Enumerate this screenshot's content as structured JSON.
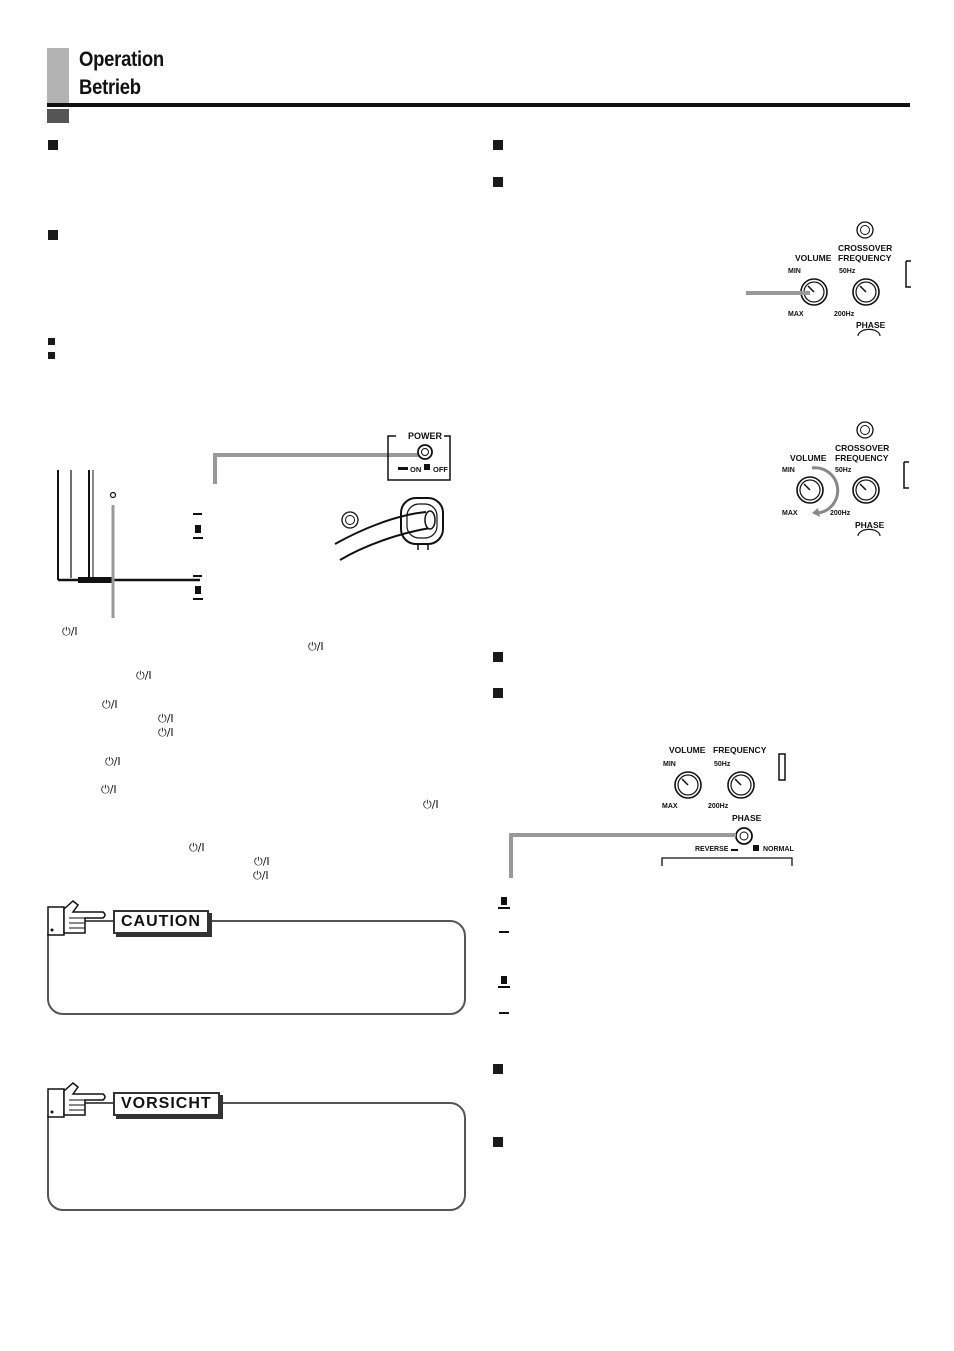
{
  "header": {
    "title_line1": "Operation",
    "title_line2": "Betrieb"
  },
  "power_panel": {
    "label": "POWER",
    "on_label": "ON",
    "off_label": "OFF"
  },
  "controls_panel_1": {
    "crossover_label": "CROSSOVER",
    "frequency_label": "FREQUENCY",
    "volume_label": "VOLUME",
    "min_label": "MIN",
    "max_label": "MAX",
    "hz50_label": "50Hz",
    "hz200_label": "200Hz",
    "phase_label": "PHASE"
  },
  "controls_panel_2": {
    "crossover_label": "CROSSOVER",
    "frequency_label": "FREQUENCY",
    "volume_label": "VOLUME",
    "min_label": "MIN",
    "max_label": "MAX",
    "hz50_label": "50Hz",
    "hz200_label": "200Hz",
    "phase_label": "PHASE"
  },
  "controls_panel_3": {
    "volume_label": "VOLUME",
    "frequency_label": "FREQUENCY",
    "min_label": "MIN",
    "max_label": "MAX",
    "hz50_label": "50Hz",
    "hz200_label": "200Hz",
    "phase_label": "PHASE",
    "reverse_label": "REVERSE",
    "normal_label": "NORMAL"
  },
  "power_symbol": "⏻/I",
  "caution": {
    "label": "CAUTION"
  },
  "vorsicht": {
    "label": "VORSICHT"
  },
  "colors": {
    "text": "#111111",
    "accent_gray": "#999999",
    "header_tab": "#b3b3b3"
  },
  "icons": [
    "hand-pointer-icon",
    "power-standby-icon",
    "knob-icon",
    "square-bullet-icon"
  ]
}
